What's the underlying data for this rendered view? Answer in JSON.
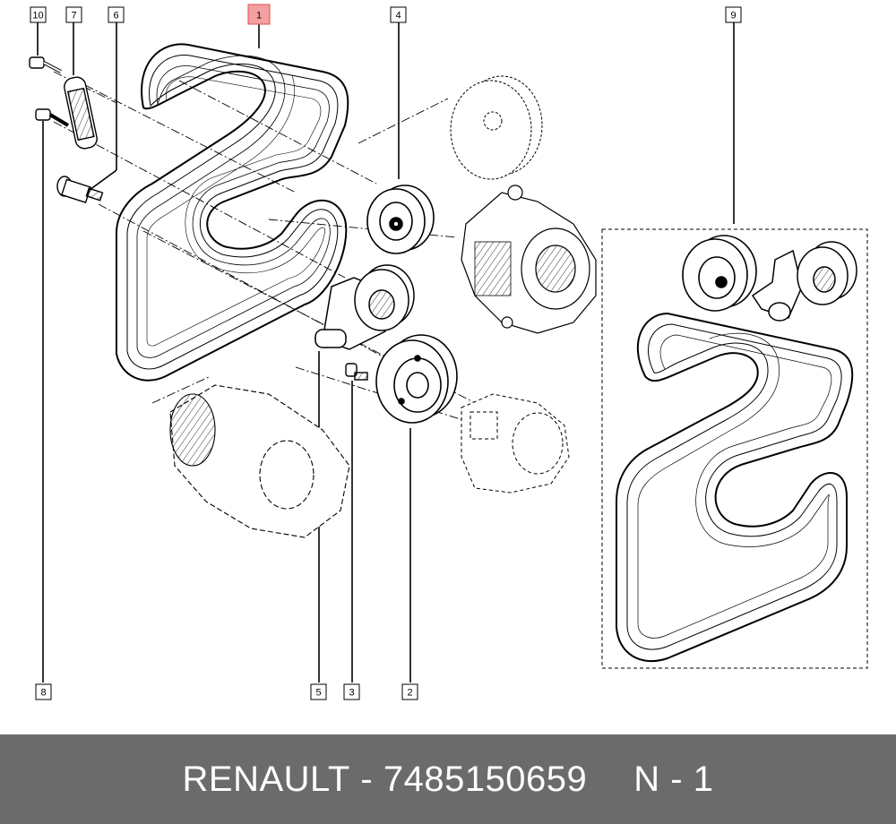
{
  "diagram": {
    "callouts": [
      {
        "id": "callout-10",
        "label": "10",
        "highlight": false
      },
      {
        "id": "callout-7",
        "label": "7",
        "highlight": false
      },
      {
        "id": "callout-6",
        "label": "6",
        "highlight": false
      },
      {
        "id": "callout-1",
        "label": "1",
        "highlight": true
      },
      {
        "id": "callout-4",
        "label": "4",
        "highlight": false
      },
      {
        "id": "callout-9",
        "label": "9",
        "highlight": false
      },
      {
        "id": "callout-8",
        "label": "8",
        "highlight": false
      },
      {
        "id": "callout-5",
        "label": "5",
        "highlight": false
      },
      {
        "id": "callout-3",
        "label": "3",
        "highlight": false
      },
      {
        "id": "callout-2",
        "label": "2",
        "highlight": false
      }
    ],
    "highlight_color": "#f4a0a0",
    "highlight_border": "#e05050"
  },
  "footer": {
    "brand": "RENAULT",
    "separator": "-",
    "part_number": "7485150659",
    "position_label": "N - 1",
    "background": "#6b6b6b"
  }
}
